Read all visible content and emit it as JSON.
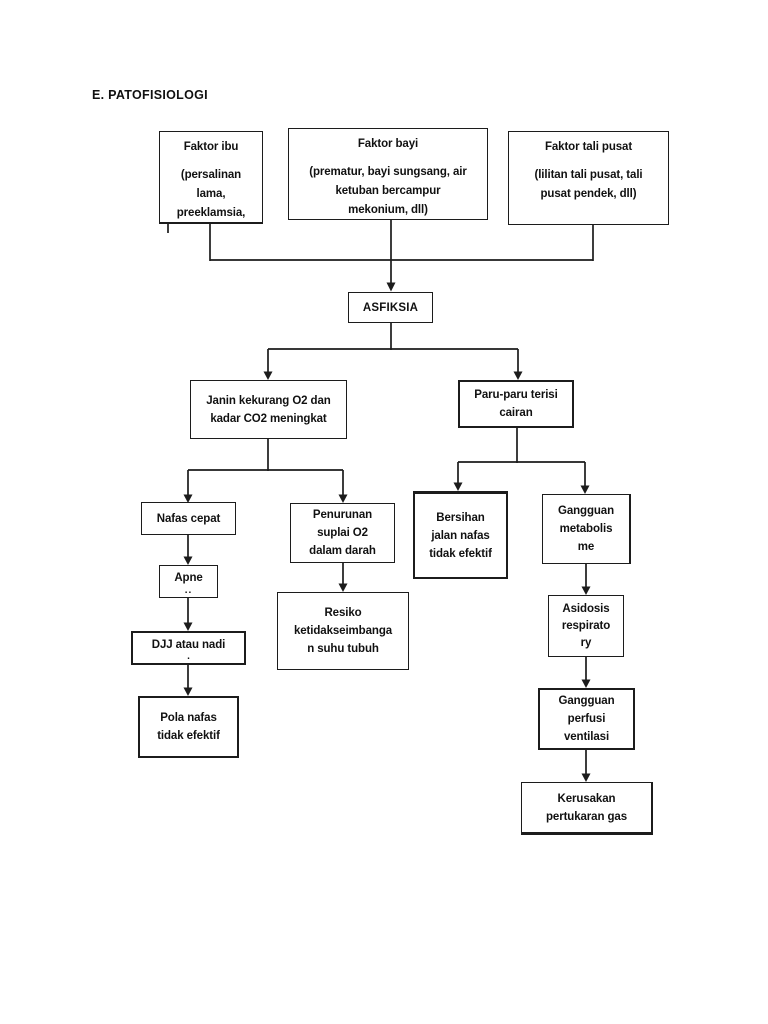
{
  "page": {
    "title": "E. PATOFISIOLOGI"
  },
  "colors": {
    "ink": "#1c1c1c",
    "background": "#ffffff",
    "text": "#111111"
  },
  "diagram": {
    "nodes": {
      "faktor_ibu": {
        "title": "Faktor ibu",
        "lines": [
          "(persalinan",
          "lama,",
          "preeklamsia,"
        ]
      },
      "faktor_bayi": {
        "title": "Faktor bayi",
        "lines": [
          "(prematur, bayi sungsang, air",
          "ketuban bercampur",
          "mekonium, dll)"
        ]
      },
      "faktor_tali_pusat": {
        "title": "Faktor tali pusat",
        "lines": [
          "(lilitan tali pusat, tali",
          "pusat pendek, dll)"
        ]
      },
      "asfiksia": {
        "lines": [
          "ASFIKSIA"
        ]
      },
      "janin": {
        "lines": [
          "Janin kekurang O2 dan",
          "kadar CO2 meningkat"
        ]
      },
      "paru": {
        "lines": [
          "Paru-paru terisi",
          "cairan"
        ]
      },
      "nafas_cepat": {
        "lines": [
          "Nafas cepat"
        ]
      },
      "penurunan": {
        "lines": [
          "Penurunan",
          "suplai O2",
          "dalam darah"
        ]
      },
      "apne": {
        "lines": [
          "Apne",
          ".."
        ]
      },
      "djj": {
        "lines": [
          "DJJ atau nadi",
          "."
        ]
      },
      "pola_nafas": {
        "lines": [
          "Pola nafas",
          "tidak efektif"
        ]
      },
      "resiko": {
        "lines": [
          "Resiko",
          "ketidakseimbanga",
          "n suhu tubuh"
        ]
      },
      "bersihan": {
        "lines": [
          "Bersihan",
          "jalan nafas",
          "tidak efektif"
        ]
      },
      "gangguan_metabolisme": {
        "lines": [
          "Gangguan",
          "metabolis",
          "me"
        ]
      },
      "asidosis": {
        "lines": [
          "Asidosis",
          "respirato",
          "ry"
        ]
      },
      "gangguan_perfusi": {
        "lines": [
          "Gangguan",
          "perfusi",
          "ventilasi"
        ]
      },
      "kerusakan": {
        "lines": [
          "Kerusakan",
          "pertukaran gas"
        ]
      }
    },
    "edges": [
      {
        "from": "faktor_ibu",
        "to": "asfiksia"
      },
      {
        "from": "faktor_bayi",
        "to": "asfiksia"
      },
      {
        "from": "faktor_tali_pusat",
        "to": "asfiksia"
      },
      {
        "from": "asfiksia",
        "to": "janin"
      },
      {
        "from": "asfiksia",
        "to": "paru"
      },
      {
        "from": "janin",
        "to": "nafas_cepat"
      },
      {
        "from": "janin",
        "to": "penurunan"
      },
      {
        "from": "nafas_cepat",
        "to": "apne"
      },
      {
        "from": "apne",
        "to": "djj"
      },
      {
        "from": "djj",
        "to": "pola_nafas"
      },
      {
        "from": "penurunan",
        "to": "resiko"
      },
      {
        "from": "paru",
        "to": "bersihan"
      },
      {
        "from": "paru",
        "to": "gangguan_metabolisme"
      },
      {
        "from": "gangguan_metabolisme",
        "to": "asidosis"
      },
      {
        "from": "asidosis",
        "to": "gangguan_perfusi"
      },
      {
        "from": "gangguan_perfusi",
        "to": "kerusakan"
      }
    ]
  }
}
